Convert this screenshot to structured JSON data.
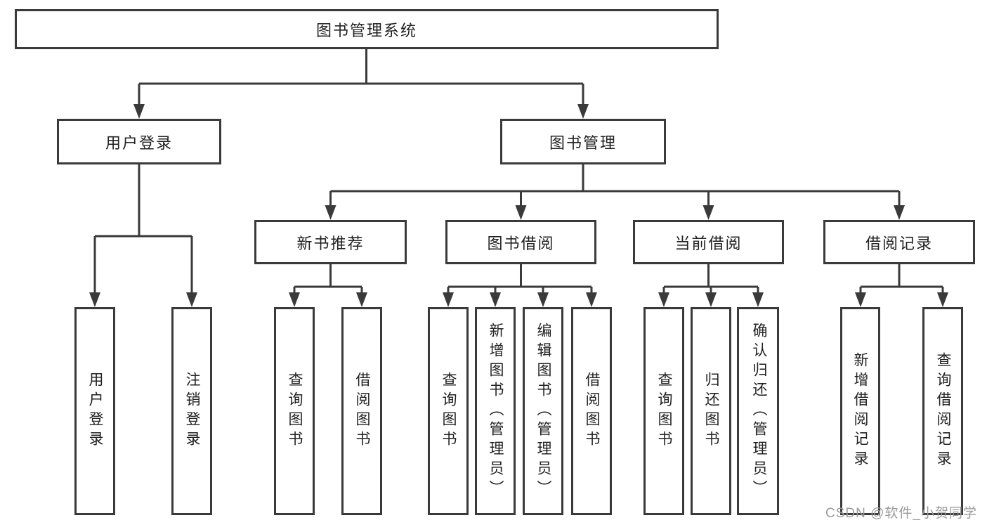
{
  "colors": {
    "line": "#3a3a3a",
    "box_border": "#3a3a3a",
    "text": "#222222",
    "watermark": "#9b9b9b",
    "background": "#ffffff"
  },
  "watermark": {
    "text": "CSDN @软件_小贺同学"
  },
  "diagram": {
    "root": {
      "label": "图书管理系统"
    },
    "level2": {
      "user_login": {
        "label": "用户登录"
      },
      "book_management": {
        "label": "图书管理"
      }
    },
    "level3": {
      "new_book_recommend": {
        "label": "新书推荐"
      },
      "book_borrowing": {
        "label": "图书借阅"
      },
      "current_borrowing": {
        "label": "当前借阅"
      },
      "borrowing_records": {
        "label": "借阅记录"
      }
    },
    "leaves": {
      "user_login_children": [
        {
          "label": "用户登录"
        },
        {
          "label": "注销登录"
        }
      ],
      "new_book_recommend_children": [
        {
          "label": "查询图书"
        },
        {
          "label": "借阅图书"
        }
      ],
      "book_borrowing_children": [
        {
          "label": "查询图书"
        },
        {
          "label": "新增图书（管理员）"
        },
        {
          "label": "编辑图书（管理员）"
        },
        {
          "label": "借阅图书"
        }
      ],
      "current_borrowing_children": [
        {
          "label": "查询图书"
        },
        {
          "label": "归还图书"
        },
        {
          "label": "确认归还（管理员）"
        }
      ],
      "borrowing_records_children": [
        {
          "label": "新增借阅记录"
        },
        {
          "label": "查询借阅记录"
        }
      ]
    }
  }
}
